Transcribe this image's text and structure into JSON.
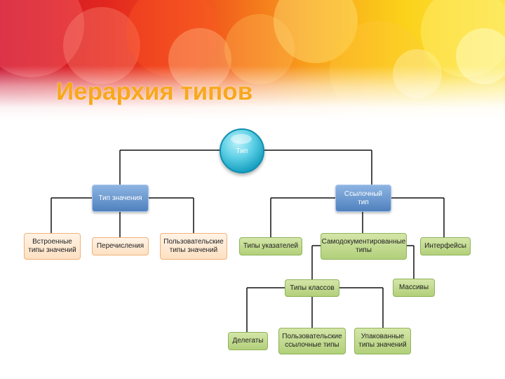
{
  "slide": {
    "title": "Иерархия типов"
  },
  "diagram": {
    "root": "Тип",
    "value_type": "Тип значения",
    "reference_type": "Ссылочный тип",
    "value_children": [
      "Встроенные типы значений",
      "Перечисления",
      "Пользовательские типы значений"
    ],
    "reference_children": [
      "Типы указателей",
      "Самодокументированные типы",
      "Интерфейсы"
    ],
    "self_doc_children": [
      "Типы классов",
      "Массивы"
    ],
    "class_children": [
      "Делегаты",
      "Пользовательские ссылочные типы",
      "Упакованные типы значений"
    ]
  },
  "colors": {
    "root": "#1aa2c2",
    "category": "#4f81bd",
    "value_leaf": "#fde0c2",
    "reference_leaf": "#b2d07a",
    "title": "#f7a81c"
  }
}
